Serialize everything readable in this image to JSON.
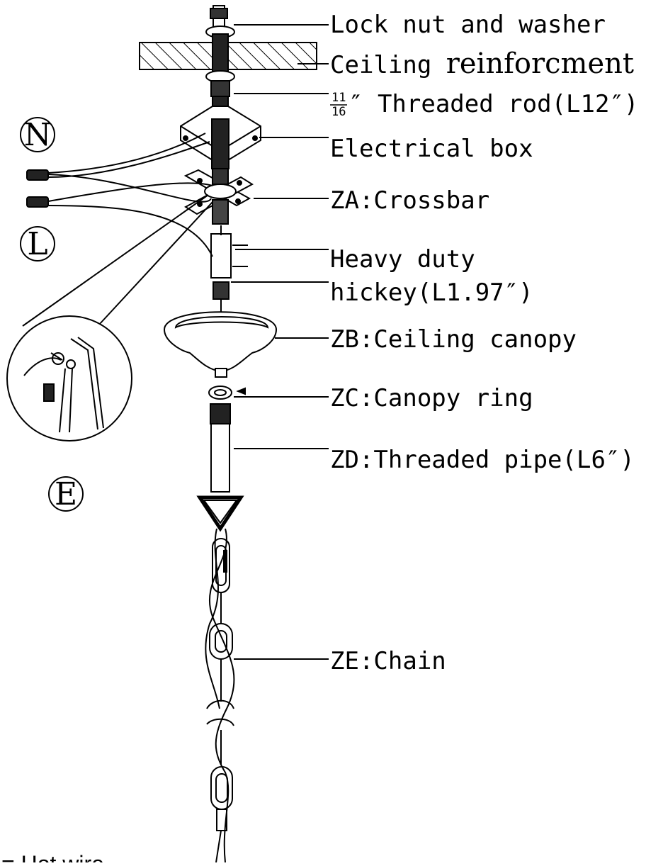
{
  "labels": {
    "lock_nut": "Lock nut and washer",
    "ceiling": "Ceiling ",
    "ceiling_b": "reinforcment",
    "rod_num": "11",
    "rod_den": "16",
    "rod": "″ Threaded rod(L12″)",
    "electrical_box": "Electrical box",
    "crossbar": "ZA:Crossbar",
    "hickey_1": "Heavy duty",
    "hickey_2": "hickey(L1.97″)",
    "canopy": "ZB:Ceiling canopy",
    "canopy_ring": "ZC:Canopy ring",
    "pipe": "ZD:Threaded pipe(L6″)",
    "chain": "ZE:Chain"
  },
  "wire_markers": {
    "neutral": "N",
    "live": "L",
    "earth": "E"
  },
  "footer_note": "= Hot wire"
}
